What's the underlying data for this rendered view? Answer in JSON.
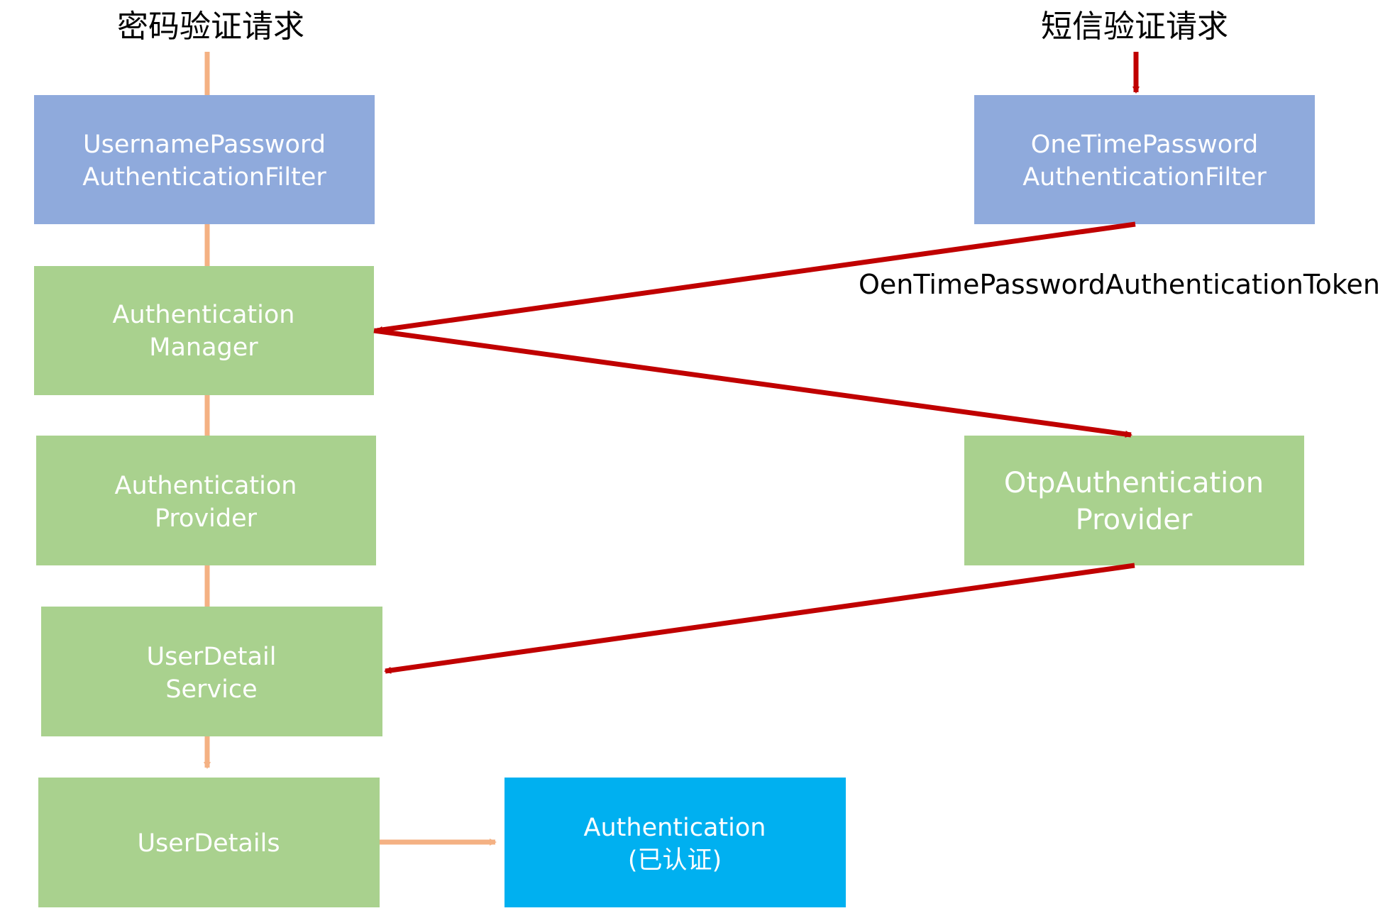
{
  "titles": {
    "password_request": "密码验证请求",
    "sms_request": "短信验证请求"
  },
  "boxes": {
    "username_filter": {
      "line1": "UsernamePassword",
      "line2": "AuthenticationFilter"
    },
    "otp_filter": {
      "line1": "OneTimePassword",
      "line2": "AuthenticationFilter"
    },
    "auth_manager": {
      "line1": "Authentication",
      "line2": "Manager"
    },
    "auth_provider": {
      "line1": "Authentication",
      "line2": "Provider"
    },
    "otp_provider": {
      "line1": "OtpAuthentication",
      "line2": "Provider"
    },
    "user_detail_service": {
      "line1": "UserDetail",
      "line2": "Service"
    },
    "user_details": {
      "line1": "UserDetails"
    },
    "authentication_result": {
      "line1": "Authentication",
      "line2": "(已认证)"
    }
  },
  "edge_labels": {
    "otp_token": "OenTimePasswordAuthenticationToken"
  },
  "colors": {
    "filter_box": "#8FAADC",
    "component_box": "#A9D18E",
    "result_box": "#00B0F0",
    "password_flow": "#F4B183",
    "sms_flow": "#C00000"
  }
}
